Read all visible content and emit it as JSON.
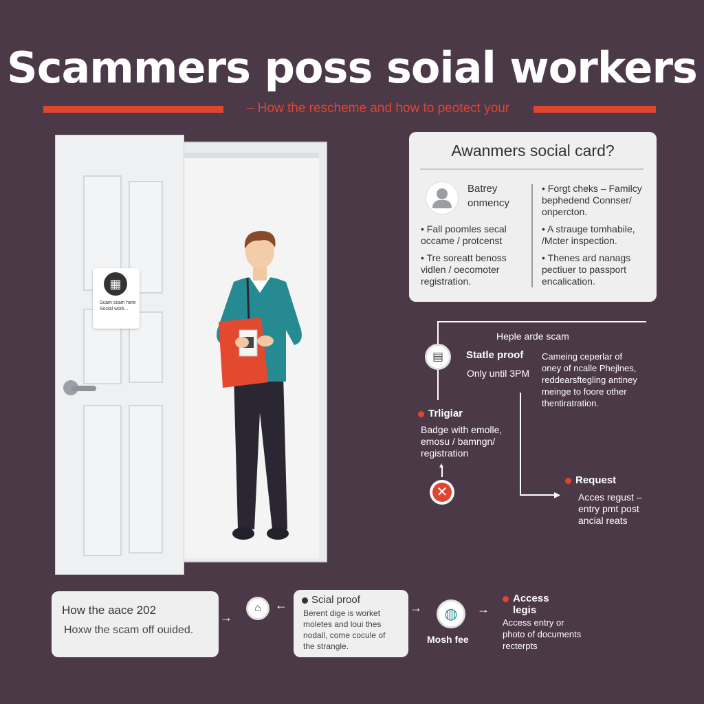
{
  "header": {
    "title": "Scammers poss soial workers",
    "subtitle": "– How the rescheme and how to peotect your"
  },
  "door": {
    "notice_text": "Scam scam here Social work...",
    "notice_icon": "qr-icon"
  },
  "person": {
    "clipboard_icon": "qr-icon",
    "colors": {
      "sweater": "#268a93",
      "bag": "#e3492f",
      "pants": "#2a2733"
    }
  },
  "info_card": {
    "title": "Awanmers social card?",
    "avatar_icon": "user-icon",
    "name_line1": "Batrey",
    "name_line2": "onmency",
    "left_items": [
      {
        "line1": "• Fall poomles secal",
        "line2": "occame / protcenst",
        "line3": ""
      },
      {
        "line1": "• Tre soreatt benoss",
        "line2": "vidlen / oecomoter",
        "line3": "registration."
      }
    ],
    "right_items": [
      {
        "line1": "• Forgt cheks – Familcy",
        "line2": "bephedend Connser/",
        "line3": "onpercton."
      },
      {
        "line1": "• A strauge tomhabile,",
        "line2": "/Mcter inspection.",
        "line3": ""
      },
      {
        "line1": "• Thenes ard nanags",
        "line2": "pectiuer to passport",
        "line3": "encalication."
      }
    ]
  },
  "flow": {
    "heading": "Heple arde scam",
    "node1": {
      "icon": "calendar-icon",
      "title": "Statle proof",
      "sub": "Only until 3PM"
    },
    "node1_desc": {
      "line1": "Cameing ceperlar of",
      "line2": "oney of ncalle Phejlnes,",
      "line3": "reddearsftegling antiney",
      "line4": "meinge to foore other",
      "line5": "thentiratration."
    },
    "node2": {
      "title": "Trligiar",
      "line1": "Badge with emolle,",
      "line2": "emosu / bamngn/",
      "line3": "registration"
    },
    "node2_icon": "x-icon",
    "node3": {
      "title": "Request",
      "line1": "Acces regust –",
      "line2": "entry pmt post",
      "line3": "ancial reats"
    },
    "accent": "#e0452f"
  },
  "bottom": {
    "card_title": "How the aace 202",
    "card_sub": "Hoxw the scam off ouided.",
    "home_icon": "home-icon",
    "social": {
      "title": "Scial proof",
      "line1": "Berent dige is worket",
      "line2": "moletes and loui thes",
      "line3": "nodall, come cocule of",
      "line4": "the strangle."
    },
    "globe_icon": "globe-icon",
    "globe_label": "Mosh fee",
    "access": {
      "title1": "Access",
      "title2": "legis",
      "line1": "Access entry or",
      "line2": "photo of documents",
      "line3": "recterpts"
    }
  }
}
